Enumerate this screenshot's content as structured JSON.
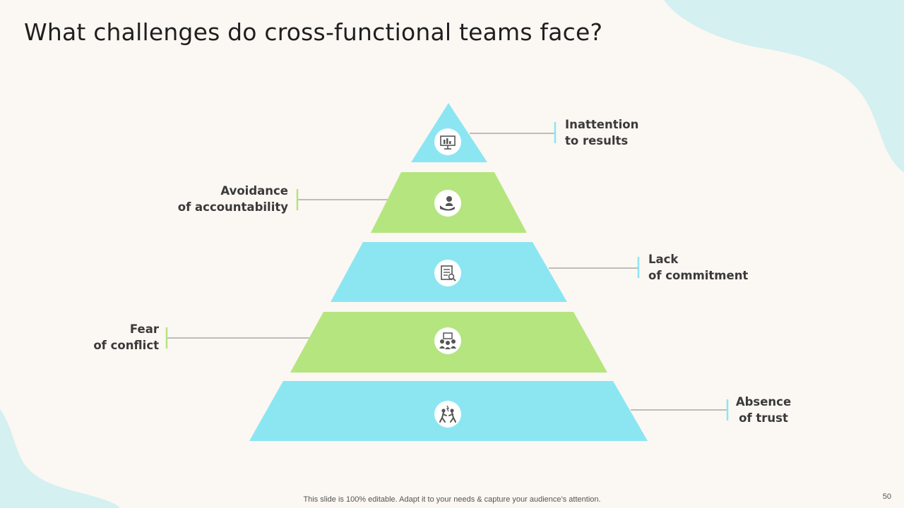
{
  "slide": {
    "title": "What challenges do cross-functional teams face?",
    "footer": "This slide is 100% editable. Adapt it to your needs & capture your audience’s attention.",
    "page_number": "50"
  },
  "colors": {
    "background": "#fbf7f2",
    "blue": "#8be6f2",
    "green": "#b5e57f",
    "blob": "#d4f0f1",
    "connector": "#9a9a9a"
  },
  "levels": [
    {
      "id": "inattention-to-results",
      "line1": "Inattention",
      "line2": "to results",
      "color": "blue",
      "icon": "presentation-chart-icon"
    },
    {
      "id": "avoidance-of-accountability",
      "line1": "Avoidance",
      "line2": "of accountability",
      "color": "green",
      "icon": "hand-holding-person-icon"
    },
    {
      "id": "lack-of-commitment",
      "line1": "Lack",
      "line2": "of commitment",
      "color": "blue",
      "icon": "document-search-icon"
    },
    {
      "id": "fear-of-conflict",
      "line1": "Fear",
      "line2": "of conflict",
      "color": "green",
      "icon": "team-meeting-icon"
    },
    {
      "id": "absence-of-trust",
      "line1": "Absence",
      "line2": "of trust",
      "color": "blue",
      "icon": "people-conflict-icon"
    }
  ]
}
